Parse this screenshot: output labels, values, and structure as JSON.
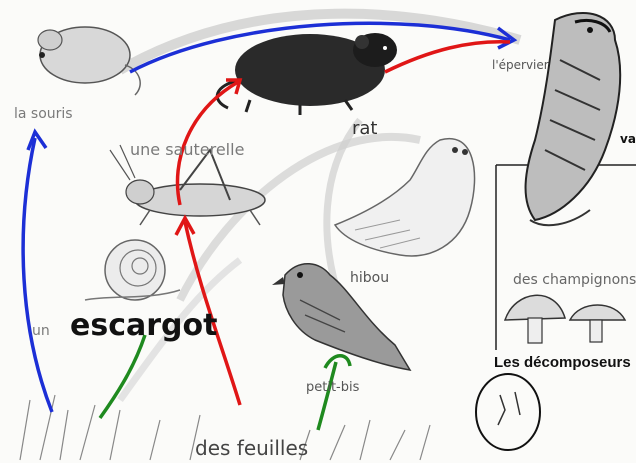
{
  "labels": {
    "souris": "la souris",
    "sauterelle": "une sauterelle",
    "rat": "rat",
    "epervier": "l'épervier",
    "hibou": "hibou",
    "escargot_article": "un",
    "escargot": "escargot",
    "petite_bird": "petit-bis",
    "feuilles": "des feuilles",
    "champignons": "des champignons",
    "decomposeurs": "Les décomposeurs",
    "cut_edge_text": "va"
  },
  "arrow_colors": {
    "blue": "#1c2fd6",
    "red": "#e01616",
    "green": "#1f8a1f"
  },
  "food_chain_links": [
    {
      "from": "des feuilles",
      "to": "la souris",
      "color": "blue"
    },
    {
      "from": "la souris",
      "to": "l'épervier",
      "color": "blue"
    },
    {
      "from": "des feuilles",
      "to": "une sauterelle",
      "color": "red"
    },
    {
      "from": "une sauterelle",
      "to": "rat",
      "color": "red"
    },
    {
      "from": "rat",
      "to": "l'épervier",
      "color": "red"
    },
    {
      "from": "des feuilles",
      "to": "escargot",
      "color": "green"
    },
    {
      "from": "des feuilles",
      "to": "petit-bis",
      "color": "green"
    }
  ]
}
